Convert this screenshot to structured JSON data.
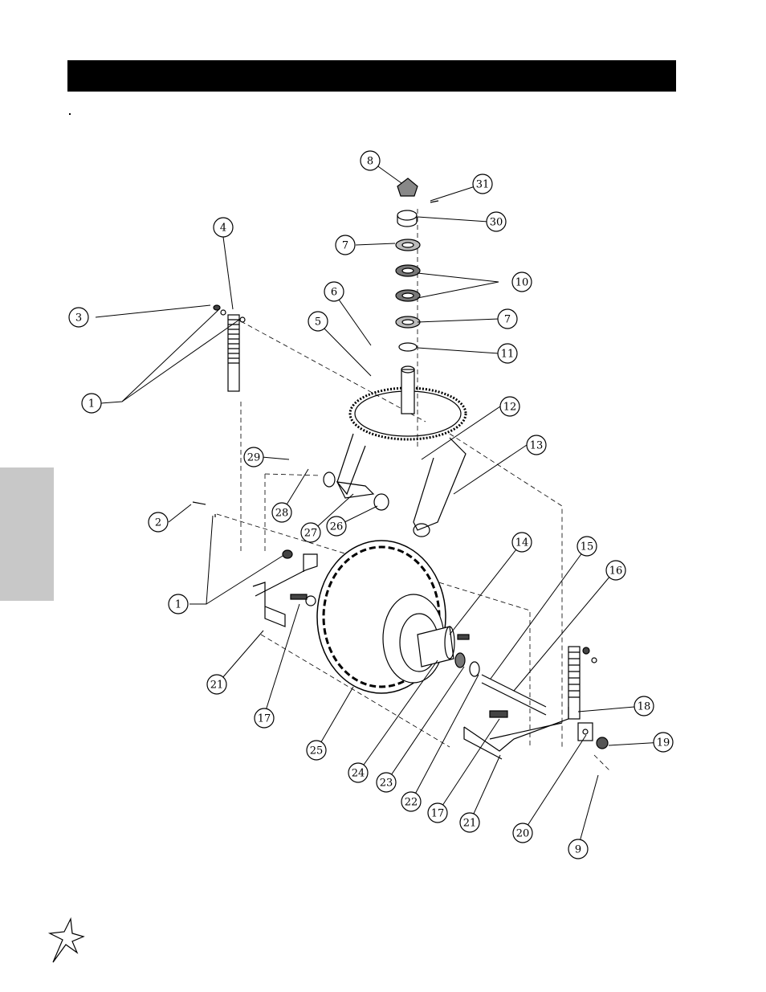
{
  "header": {
    "title": ""
  },
  "callouts": [
    "1",
    "1",
    "2",
    "3",
    "4",
    "5",
    "6",
    "7",
    "7",
    "8",
    "9",
    "10",
    "11",
    "12",
    "13",
    "14",
    "15",
    "16",
    "17",
    "17",
    "18",
    "19",
    "20",
    "21",
    "21",
    "22",
    "23",
    "24",
    "25",
    "26",
    "27",
    "28",
    "29",
    "30",
    "31"
  ],
  "colors": {
    "title_bar": "#000000",
    "side_tab": "#c8c8c8",
    "line": "#000000"
  },
  "icons": {
    "logo": "star-logo-icon"
  }
}
